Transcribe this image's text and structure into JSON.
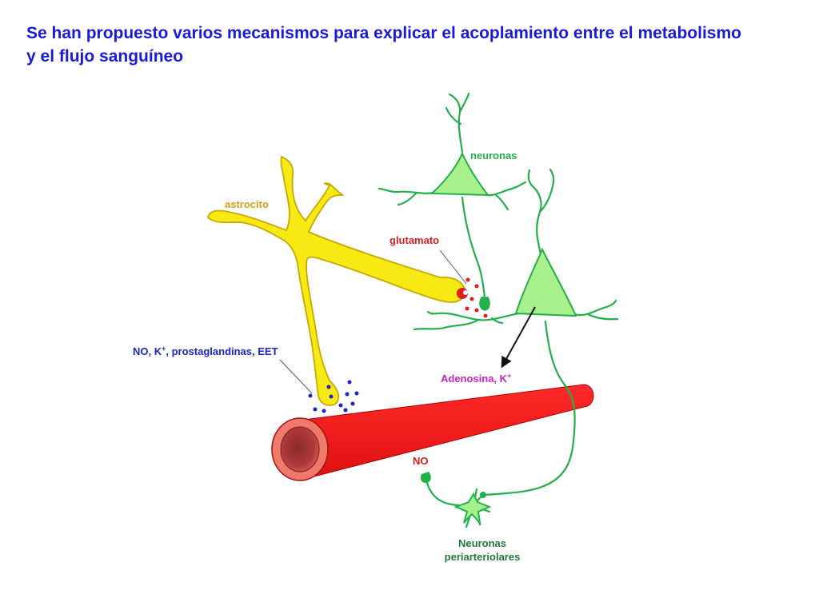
{
  "title": "Se han propuesto varios mecanismos para explicar el acoplamiento entre el metabolismo y el flujo sanguíneo",
  "labels": {
    "neuronas": "neuronas",
    "astrocito": "astrocito",
    "glutamato": "glutamato",
    "no_k_prefix": "NO, K",
    "no_k_suffix": ", prostaglandinas, EET",
    "adenosina_prefix": "Adenosina, K",
    "plus": "+",
    "no": "NO",
    "periarteriolares_line1": "Neuronas",
    "periarteriolares_line2": "periarteriolares"
  },
  "colors": {
    "title": "#1a1adc",
    "neuron": "#22b04a",
    "neuron_fill": "#a8f08c",
    "astrocyte": "#f7ea14",
    "astrocyte_stroke": "#c9a800",
    "astrocyte_label": "#d4a017",
    "vessel": "#ee1c1c",
    "glutamate": "#e21b1b",
    "messengers": "#1c24c8",
    "adenosina": "#cc22bb",
    "no_label": "#e21b1b"
  }
}
